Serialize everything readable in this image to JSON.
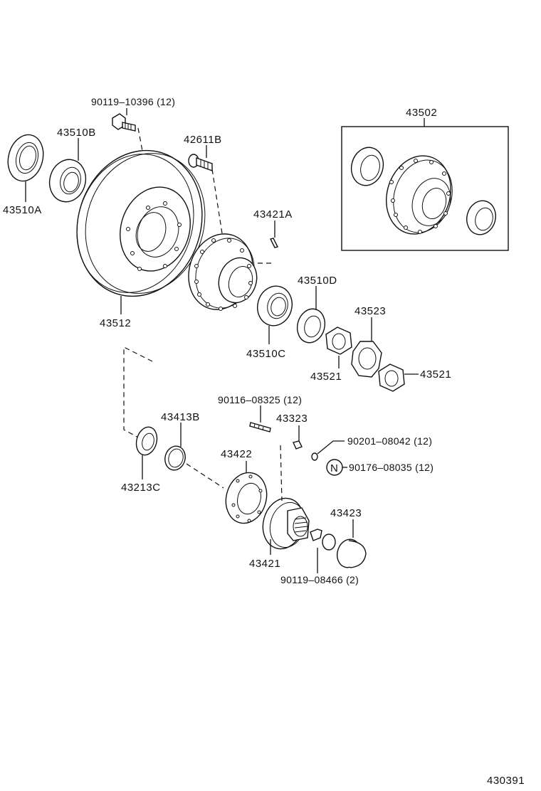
{
  "labels": {
    "bolt_90119_10396": "90119–10396 (12)",
    "seal_43510B": "43510B",
    "seal_43510A": "43510A",
    "bolt_42611B": "42611B",
    "assy_43502": "43502",
    "pin_43421A": "43421A",
    "rotor_43512": "43512",
    "bearing_43510D": "43510D",
    "bearing_43510C": "43510C",
    "washer_43523": "43523",
    "nut_43521_left": "43521",
    "nut_43521_right": "43521",
    "stud_90116_08325": "90116–08325 (12)",
    "part_43323": "43323",
    "washer_90201_08042": "90201–08042 (12)",
    "nut_90176_08035": "90176–08035 (12)",
    "new_part_marker": "N",
    "snap_43413B": "43413B",
    "gasket_43422": "43422",
    "seal_43213C": "43213C",
    "cap_43423": "43423",
    "flange_43421": "43421",
    "bolt_90119_08466": "90119–08466 (2)",
    "figure_number": "430391"
  }
}
